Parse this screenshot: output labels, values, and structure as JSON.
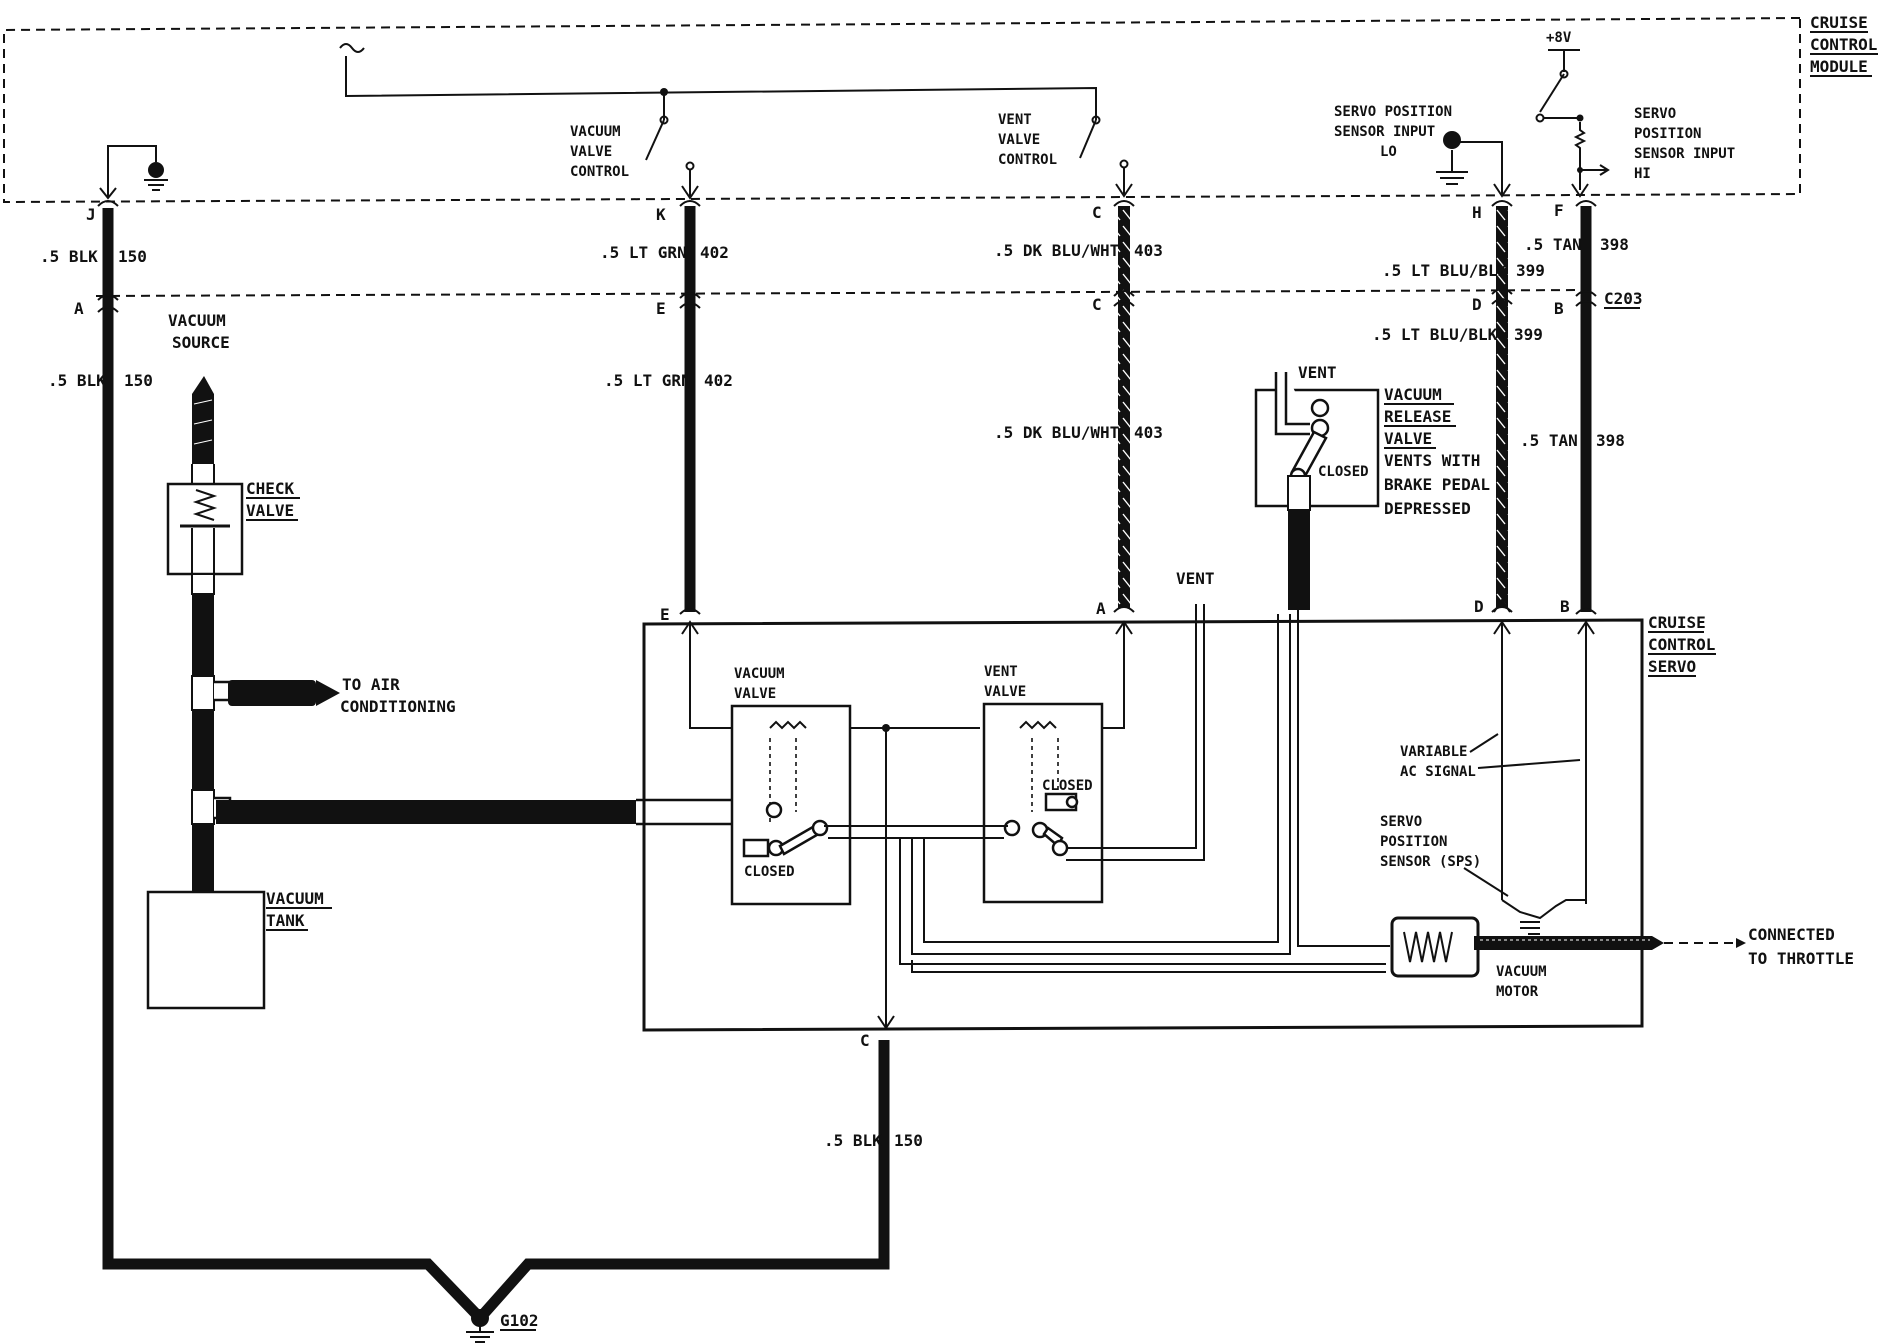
{
  "module": {
    "title_lines": [
      "CRUISE",
      "CONTROL",
      "MODULE"
    ],
    "vacuum_valve_control": [
      "VACUUM",
      "VALVE",
      "CONTROL"
    ],
    "vent_valve_control": [
      "VENT",
      "VALVE",
      "CONTROL"
    ],
    "sps_lo": [
      "SERVO POSITION",
      "SENSOR INPUT",
      "LO"
    ],
    "sps_hi": [
      "SERVO",
      "POSITION",
      "SENSOR INPUT",
      "HI"
    ],
    "supply": "+8V"
  },
  "module_pins": {
    "j": "J",
    "k": "K",
    "c": "C",
    "h": "H",
    "f": "F"
  },
  "connector_c203": {
    "label": "C203",
    "a": "A",
    "e": "E",
    "c": "C",
    "d": "D",
    "b": "B"
  },
  "servo_pins": {
    "e": "E",
    "a": "A",
    "d": "D",
    "b": "B",
    "c": "C"
  },
  "wires": {
    "blk_upper": ".5 BLK",
    "blk_lower": ".5 BLK",
    "blk_ground": ".5 BLK",
    "blk_circuit": "150",
    "ltgrn_upper": ".5 LT GRN",
    "ltgrn_lower": ".5 LT GRN",
    "ltgrn_circuit": "402",
    "dkblu_upper": ".5 DK BLU/WHT",
    "dkblu_lower": ".5 DK BLU/WHT",
    "dkblu_circuit": "403",
    "ltblu_upper": ".5 LT BLU/BLK",
    "ltblu_lower": ".5 LT BLU/BLK",
    "ltblu_circuit": "399",
    "tan_upper": ".5 TAN",
    "tan_lower": ".5 TAN",
    "tan_circuit": "398"
  },
  "vacuum_side": {
    "source": [
      "VACUUM",
      "SOURCE"
    ],
    "check_valve": [
      "CHECK",
      "VALVE"
    ],
    "air_conditioning": [
      "TO AIR",
      "CONDITIONING"
    ],
    "tank": [
      "VACUUM",
      "TANK"
    ]
  },
  "release_valve": {
    "vent": "VENT",
    "title": [
      "VACUUM",
      "RELEASE",
      "VALVE"
    ],
    "note": [
      "VENTS WITH",
      "BRAKE PEDAL",
      "DEPRESSED"
    ],
    "state": "CLOSED"
  },
  "servo": {
    "title": [
      "CRUISE",
      "CONTROL",
      "SERVO"
    ],
    "vent": "VENT",
    "vacuum_valve": [
      "VACUUM",
      "VALVE"
    ],
    "vent_valve": [
      "VENT",
      "VALVE"
    ],
    "closed_vacuum": "CLOSED",
    "closed_vent": "CLOSED",
    "ac_signal": [
      "VARIABLE",
      "AC SIGNAL"
    ],
    "sps": [
      "SERVO",
      "POSITION",
      "SENSOR (SPS)"
    ],
    "motor": [
      "VACUUM",
      "MOTOR"
    ],
    "throttle": [
      "CONNECTED",
      "TO THROTTLE"
    ]
  },
  "ground": "G102"
}
